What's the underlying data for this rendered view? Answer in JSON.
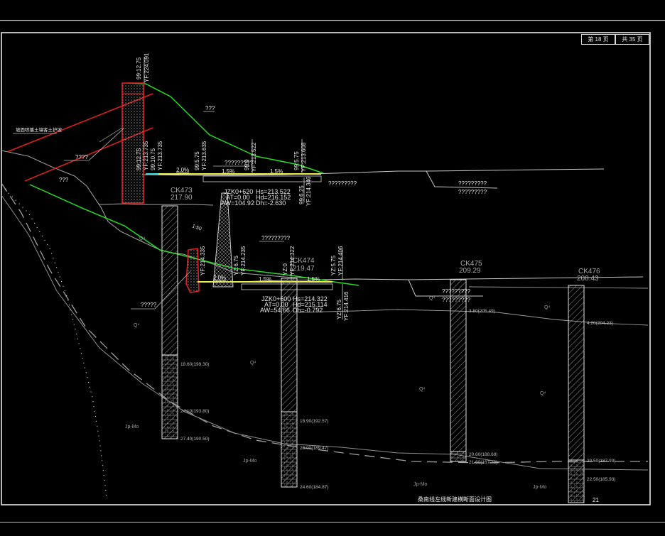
{
  "header": {
    "page_current": "第 18 页",
    "page_total": "共 35 页"
  },
  "footer": {
    "title": "桑南线左线新建横断面设计图",
    "page_number": "21"
  },
  "labels": {
    "upper_elev_top": "99:12.75",
    "upper_elev_top2": "YF:224.091",
    "slope_label": "???",
    "wall_label": "????",
    "left_note": "坡面喷播土壤客土护坡",
    "upper_elev_a": "99:10.75",
    "upper_elev_a2": "YF:213.735",
    "upper_elev_b": "99:12.75",
    "upper_elev_b2": "YF:213.735",
    "elev_575_a": "99:5.75",
    "elev_575_a2": "YF:213.635",
    "elev_q1": "99:0",
    "elev_q12": "YF:213.522",
    "elev_575_b": "99:5.75",
    "elev_575_b2": "YF:213.608",
    "grade_2": "2.0%",
    "grade_15a": "1.5%",
    "grade_15b": "1.5%",
    "anno_road": "?????????",
    "anno_right1": "?????????",
    "anno_right2": "?????????",
    "anno_right3": "?????????",
    "anno_lower": "???",
    "bore_1": "CK473",
    "bore_1_elev": "217.90",
    "jz_1": "JZK0+620",
    "jz_1_at": "AT=0.00",
    "jz_1_aw": "AW=104.92",
    "jz_1_hs": "Hs=213.522",
    "jz_1_hd": "Hd=216.152",
    "jz_1_dh": "Dh=-2.630",
    "elev_625": "99:6.25",
    "elev_6252": "YF:214.346",
    "slope_side": "1:50",
    "lower_elev_a": "YF:214.335",
    "lower_elev_b": "YF:214.235",
    "lower_elev_b2": "YZ:6.75",
    "lower_elev_c": "YZ:0",
    "lower_elev_c2": "YF:214.322",
    "lower_elev_d": "YZ:5.75",
    "lower_elev_d2": "YF:214.406",
    "lower_anno": "?????????",
    "bore_2": "CK474",
    "bore_2_elev": "219.47",
    "grade_2b": "2.0%",
    "grade_15c": "1.5%",
    "grade_15d": "1.5%",
    "jz_2": "JZK0+600",
    "jz_2_at": "AT=0.00",
    "jz_2_aw": "AW=54.66",
    "jz_2_hs": "Hs=214.322",
    "jz_2_hd": "Hd=215.114",
    "jz_2_dh": "Dh=-0.792",
    "lower_elev_e": "YZ:6.75",
    "lower_elev_e2": "YF:214.416",
    "wall_lower": "?????",
    "bore_3": "CK475",
    "bore_3_elev": "209.29",
    "bore_4": "CK476",
    "bore_4_elev": "208.43",
    "anno_mid1": "?????????",
    "anno_mid2": "?????????",
    "depth_1a": "18.60(199.30)",
    "depth_1b": "24.10(193.80)",
    "depth_1c": "27.40(190.50)",
    "depth_2a": "18.90(192.57)",
    "depth_2b": "20.00(189.47)",
    "depth_2c": "24.60(184.87)",
    "depth_3a": "3.80(205.49)",
    "depth_3b": "20.60(188.69)",
    "depth_3c": "21.60(187.70)",
    "depth_4a": "4.20(204.23)",
    "depth_4b": "20.50(187.93)",
    "depth_4c": "22.50(185.93)",
    "q_mark": "Q⁴",
    "rock_mark": "Jp-Mo"
  }
}
